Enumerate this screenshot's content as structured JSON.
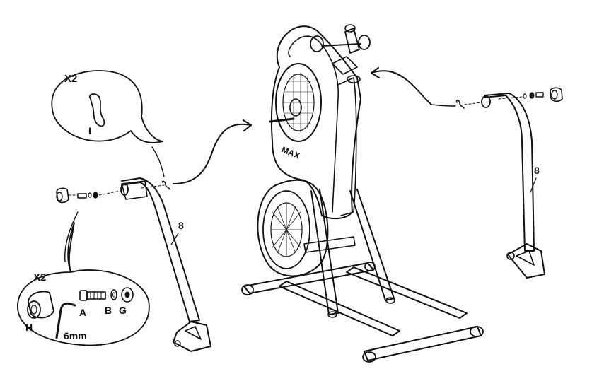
{
  "callout_top": {
    "quantity": "X2",
    "part_label": "I"
  },
  "callout_bottom": {
    "quantity": "X2",
    "labels": {
      "h": "H",
      "a": "A",
      "b": "B",
      "g": "G",
      "tool": "6mm"
    }
  },
  "arm_left": {
    "part_number": "8"
  },
  "arm_right": {
    "part_number": "8"
  },
  "machine": {
    "logo_text": "MAX"
  }
}
